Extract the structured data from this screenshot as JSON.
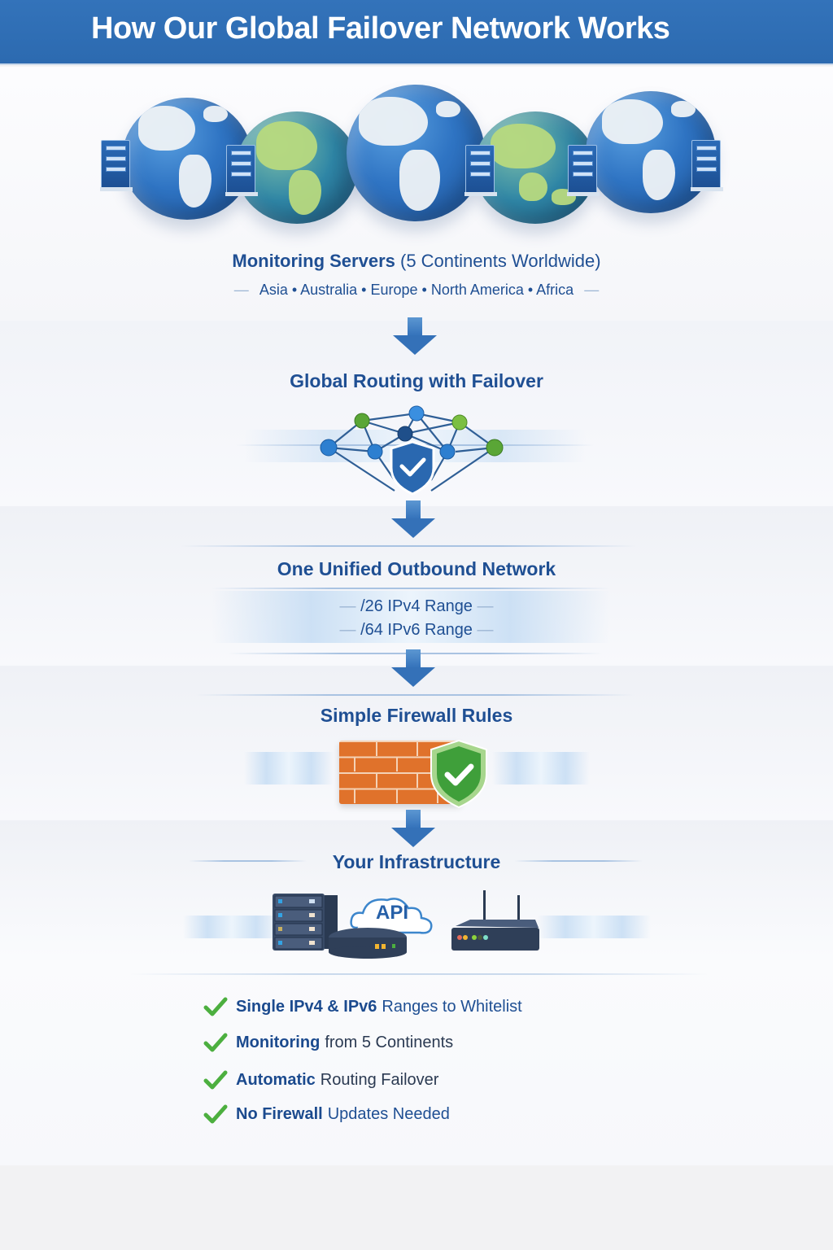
{
  "header": {
    "title": "How Our Global Failover Network Works",
    "background_color": "#2f6eb5"
  },
  "step1": {
    "globe_count": 5,
    "server_count": 5,
    "title_bold": "Monitoring Servers",
    "title_rest": "(5 Continents Worldwide)",
    "regions": [
      "Asia",
      "Australia",
      "Europe",
      "North America",
      "Africa"
    ],
    "regions_text": "Asia • Australia • Europe • North America • Africa",
    "dash": "—"
  },
  "step2": {
    "title": "Global Routing with Failover",
    "icon": "network-shield-icon"
  },
  "step3": {
    "title": "One Unified Outbound Network",
    "ranges": [
      "/26 IPv4 Range",
      "/64 IPv6 Range"
    ]
  },
  "step4": {
    "title": "Simple Firewall Rules",
    "icon": "firewall-shield-icon"
  },
  "step5": {
    "title": "Your Infrastructure",
    "cloud_label": "API",
    "devices": [
      "server-rack-icon",
      "network-hub-icon",
      "api-cloud-icon",
      "wireless-router-icon"
    ]
  },
  "benefits": [
    {
      "bold": "Single IPv4 & IPv6",
      "rest": "Ranges to Whitelist"
    },
    {
      "bold": "Monitoring",
      "rest": "from 5 Continents"
    },
    {
      "bold": "Automatic",
      "rest": "Routing Failover"
    },
    {
      "bold": "No Firewall",
      "rest": "Updates Needed"
    }
  ],
  "colors": {
    "primary_blue": "#1f4f93",
    "arrow_blue": "#3471b8",
    "check_green": "#4caf3f",
    "brick_orange": "#e0722b",
    "shield_green": "#4aa63c",
    "node_green": "#5aa636",
    "node_blue": "#2d7fd0"
  }
}
